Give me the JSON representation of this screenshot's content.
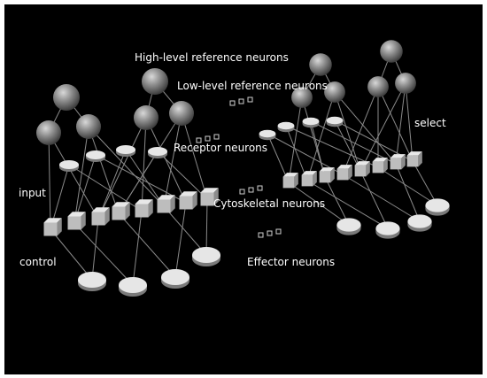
{
  "labels": {
    "high_level": "High-level reference neurons",
    "low_level": "Low-level reference neurons",
    "receptor": "Receptor neurons",
    "cytoskeletal": "Cytoskeletal neurons",
    "effector": "Effector neurons",
    "input": "input",
    "control": "control",
    "select": "select"
  },
  "colors": {
    "background": "#000000",
    "frame": "#ffffff",
    "text": "#ffffff",
    "line": "#8a8a8a"
  }
}
